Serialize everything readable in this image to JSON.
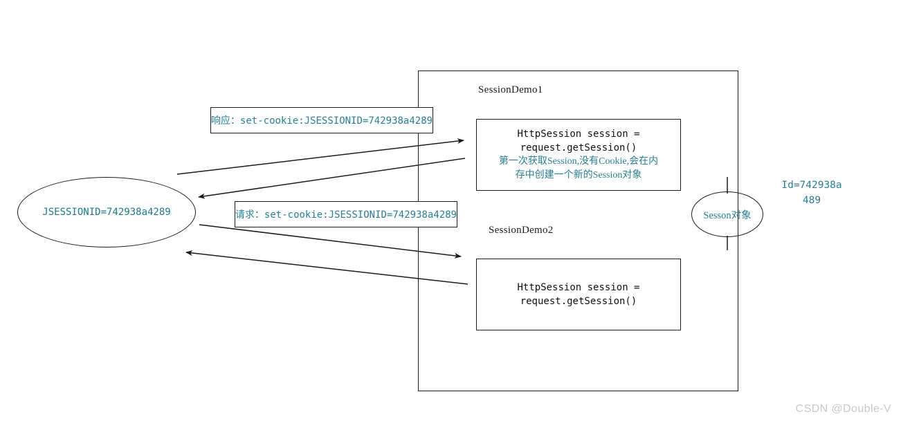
{
  "diagram": {
    "title_watermark": "CSDN @Double-V",
    "client": {
      "label": "JSESSIONID=742938a4289"
    },
    "server": {
      "servlets": [
        {
          "title": "SessionDemo1",
          "code_lines": [
            "HttpSession session =",
            "request.getSession()"
          ],
          "note_lines": [
            "第一次获取Session,没有Cookie,会在内",
            "存中创建一个新的Session对象"
          ]
        },
        {
          "title": "SessionDemo2",
          "code_lines": [
            "HttpSession session =",
            "request.getSession()"
          ],
          "note_lines": []
        }
      ]
    },
    "session_object": {
      "label": "Sesson对象",
      "id_lines": [
        "Id=742938a",
        "489"
      ]
    },
    "messages": [
      {
        "name": "response",
        "text": "响应：set-cookie:JSESSIONID=742938a4289"
      },
      {
        "name": "request",
        "text": "请求：set-cookie:JSESSIONID=742938a4289"
      }
    ],
    "colors": {
      "accent_teal": "#2a7f95",
      "stroke": "#1a1a1a",
      "watermark": "#c9c9c9"
    }
  }
}
